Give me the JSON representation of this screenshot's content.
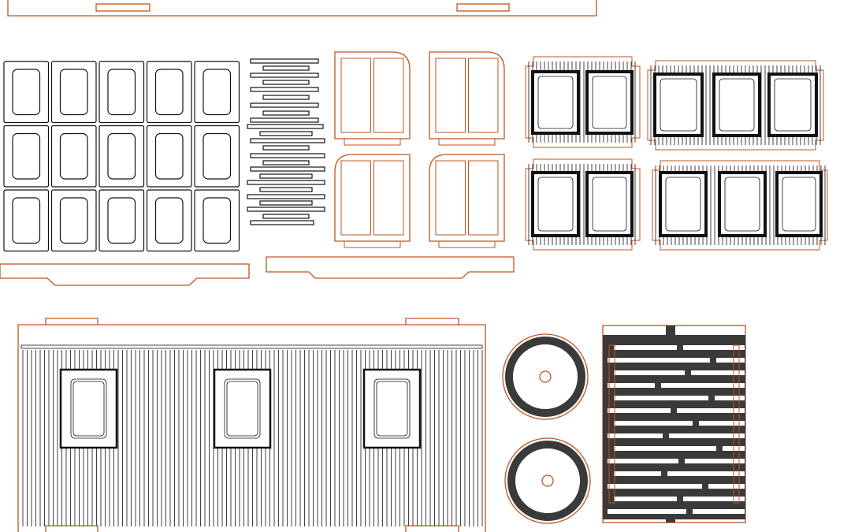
{
  "sheet": {
    "colors": {
      "cut_line": "#c0541d",
      "engrave_line": "#111111",
      "fill_dark": "#3a3a3a",
      "background": "#ffffff"
    },
    "parts": {
      "window_frame_grid": {
        "rows": 3,
        "cols": 5
      },
      "window_sashes_pairs": 24,
      "door_panels": 4,
      "corrugated_window_panels": 10,
      "side_wall_windows": 3,
      "wheels": 2
    }
  }
}
